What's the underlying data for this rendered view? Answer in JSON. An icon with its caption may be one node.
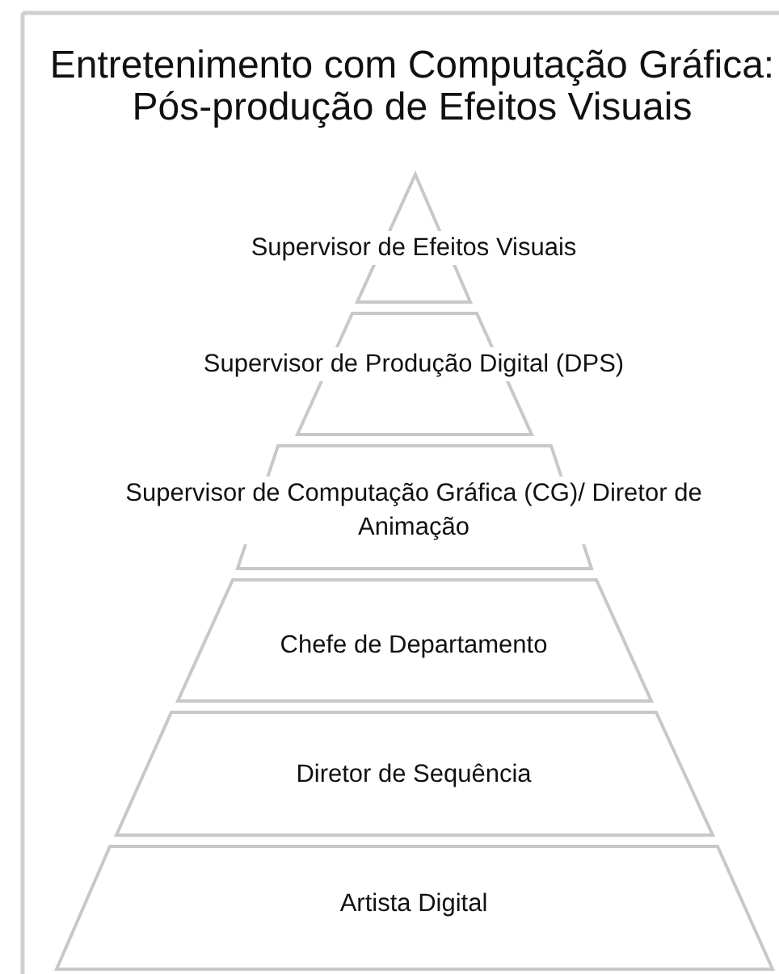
{
  "diagram": {
    "title": "Entretenimento com Computação Gráfica: Pós-produção de Efeitos Visuais",
    "nodes": [
      {
        "text": [
          "Supervisor de Efeitos Visuais"
        ]
      },
      {
        "text": [
          "Supervisor de Produção Digital (DPS)"
        ]
      },
      {
        "text": [
          "Supervisor de Computação Gráfica (CG)/ Diretor de Animação"
        ]
      },
      {
        "text": [
          "Chefe de Departamento"
        ]
      },
      {
        "text": [
          "Diretor de Sequência"
        ]
      },
      {
        "text": [
          "Artista Digital"
        ]
      }
    ]
  }
}
